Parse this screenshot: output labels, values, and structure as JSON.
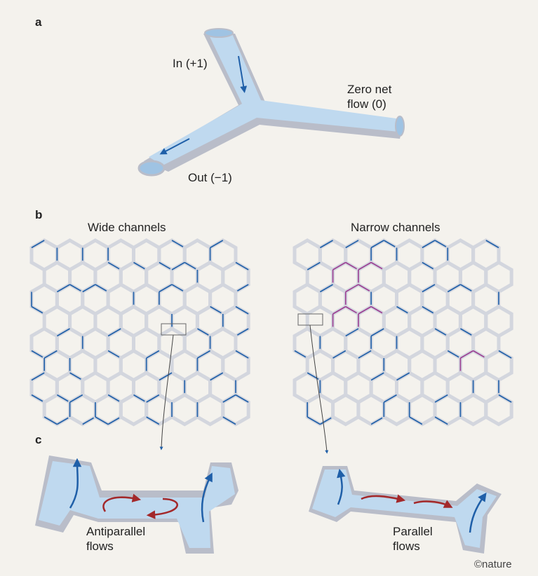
{
  "panels": {
    "a": {
      "letter": "a",
      "in_label": "In (+1)",
      "zero_label_line1": "Zero net",
      "zero_label_line2": "flow (0)",
      "out_label": "Out (−1)"
    },
    "b": {
      "letter": "b",
      "left_title": "Wide channels",
      "right_title": "Narrow channels"
    },
    "c": {
      "letter": "c",
      "left_line1": "Antiparallel",
      "left_line2": "flows",
      "right_line1": "Parallel",
      "right_line2": "flows"
    }
  },
  "credit": "©nature",
  "colors": {
    "background": "#f4f2ed",
    "channel_fill": "#bfd9ef",
    "channel_wall": "#b9bdc9",
    "flow_blue": "#1f5fa8",
    "flow_red": "#a3282a",
    "vortex_purple": "#9b3d92",
    "grid_gray": "#d3d6de"
  }
}
